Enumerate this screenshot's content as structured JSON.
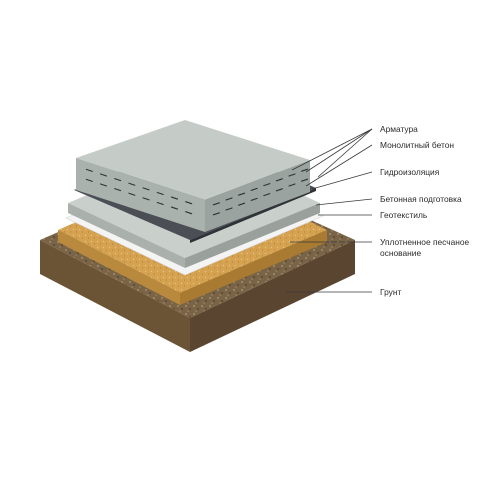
{
  "diagram": {
    "layers": [
      {
        "key": "rebar",
        "label": "Арматура"
      },
      {
        "key": "concrete",
        "label": "Монолитный бетон"
      },
      {
        "key": "waterproofing",
        "label": "Гидроизоляция"
      },
      {
        "key": "prep",
        "label": "Бетонная подготовка"
      },
      {
        "key": "geotextile",
        "label": "Геотекстиль"
      },
      {
        "key": "sand",
        "label_line1": "Уплотненное песчаное",
        "label_line2": "основание"
      },
      {
        "key": "soil",
        "label": "Грунт"
      }
    ],
    "colors": {
      "soil_top": "#8a7558",
      "soil_left": "#6b5436",
      "soil_right": "#5a4530",
      "sand_top": "#d9a85a",
      "sand_left": "#b98a3e",
      "sand_right": "#a97b32",
      "geotextile": "#f2f2f2",
      "prep_top": "#c9cfcb",
      "prep_side": "#aab1ad",
      "membrane": "#4b4f55",
      "concrete_top": "#c5ccc8",
      "concrete_left": "#aab2ae",
      "concrete_right": "#9aa39f",
      "rebar": "#2f3337"
    }
  }
}
